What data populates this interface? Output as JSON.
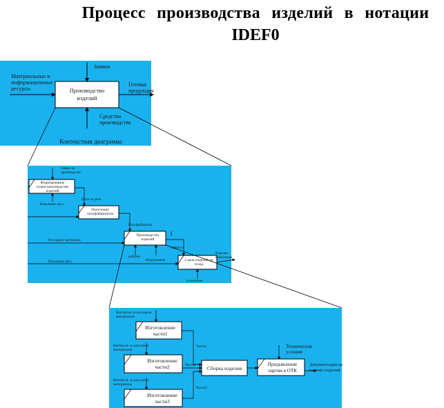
{
  "title": {
    "line1": "Процесс   производства изделий в   нотации",
    "line2": "IDEF0"
  },
  "colors": {
    "panel": "#1ab2ee",
    "box": "#ffffff",
    "line": "#000000"
  },
  "context": {
    "caption": "Контекстная диаграмма",
    "box": "Производство изделий",
    "input": "Материальные и информационные ресурсы",
    "control": "Заявки",
    "output": "Готовая продукция",
    "mechanism": "Средства производства"
  },
  "level1": {
    "boxes": {
      "b1": "Формирование плана производства изделий",
      "b2": "Получение полуфабрикатов",
      "b3": "Производство изделий",
      "b4": "Сдача изделий на склад"
    },
    "labels": {
      "orders": "Заявки на производство",
      "plan": "Начальник цеха",
      "daily": "Цели на день",
      "semi": "Полуфабрикаты",
      "consumables": "Расходные материалы",
      "shop_head": "Начальник цеха",
      "worker": "рабочие",
      "equipment": "оборудование",
      "defect": "дефекты",
      "done": "Изделия выполнены",
      "storekeeper": "кладовщик"
    }
  },
  "level2": {
    "boxes": {
      "p1": "Изготовление части1",
      "p2": "Изготовление части2",
      "p3": "Изготовление части3",
      "asm": "Сборка изделия",
      "hand": "Предъявление партии в ОТК"
    },
    "labels": {
      "ctrl1": "Контроль за расходом материалов",
      "ctrl2": "Контроль за расходом материалов",
      "ctrl3": "Контроль за расходом материалов",
      "part1": "Часть1",
      "part2": "Часть2",
      "part3": "Часть3",
      "tech": "Технические условия",
      "docs": "Документация на партию изделий"
    }
  }
}
